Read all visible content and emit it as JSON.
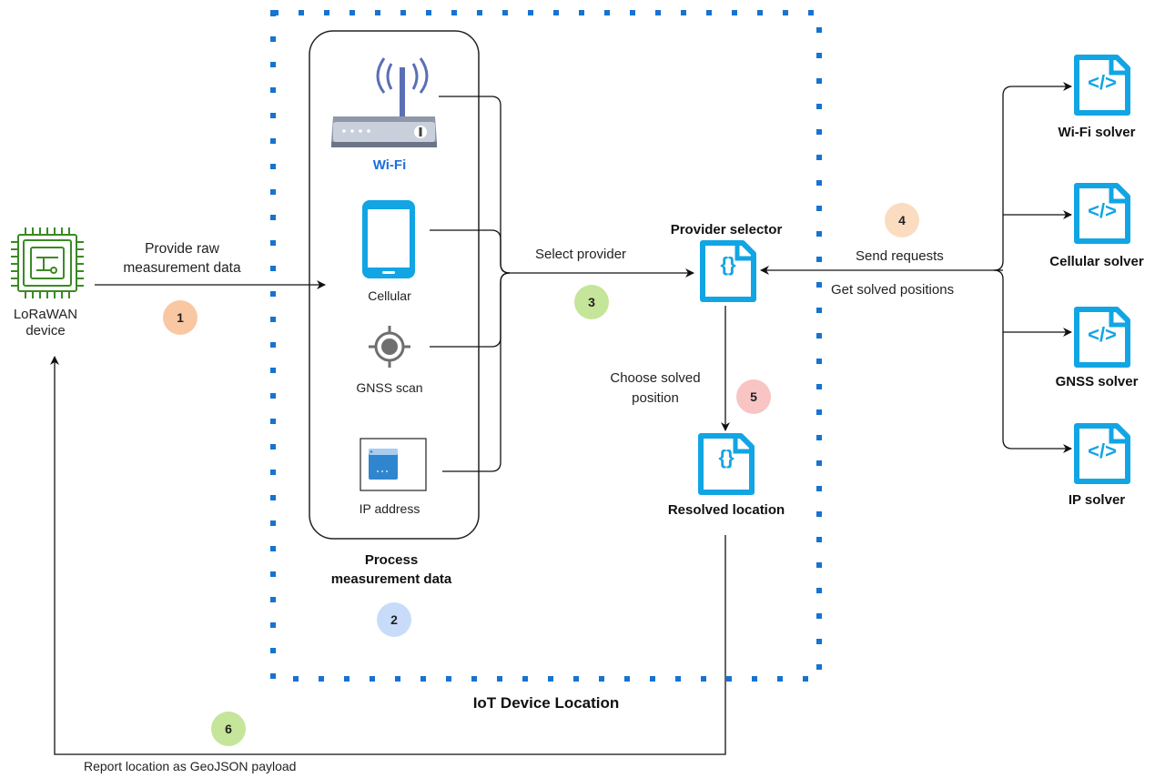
{
  "device": {
    "label_line1": "LoRaWAN",
    "label_line2": "device"
  },
  "arrows": {
    "provide_raw_line1": "Provide raw",
    "provide_raw_line2": "measurement data",
    "select_provider": "Select provider",
    "send_requests": "Send requests",
    "get_solved": "Get solved positions",
    "choose_line1": "Choose solved",
    "choose_line2": "position",
    "report": "Report location as GeoJSON payload"
  },
  "providers": {
    "wifi": "Wi-Fi",
    "cellular": "Cellular",
    "gnss": "GNSS scan",
    "ip": "IP address"
  },
  "process": {
    "line1": "Process",
    "line2": "measurement data"
  },
  "container": {
    "title": "IoT Device Location"
  },
  "selector": {
    "title": "Provider selector",
    "icon_text": "{}"
  },
  "resolved": {
    "title": "Resolved location",
    "icon_text": "{}"
  },
  "solvers": [
    {
      "label": "Wi-Fi solver",
      "icon_text": "</>"
    },
    {
      "label": "Cellular solver",
      "icon_text": "</>"
    },
    {
      "label": "GNSS solver",
      "icon_text": "</>"
    },
    {
      "label": "IP solver",
      "icon_text": "</>"
    }
  ],
  "steps": [
    {
      "num": "1",
      "color": "#f9c8a3"
    },
    {
      "num": "2",
      "color": "#c8dcfa"
    },
    {
      "num": "3",
      "color": "#c4e59a"
    },
    {
      "num": "4",
      "color": "#fbdcc0"
    },
    {
      "num": "5",
      "color": "#f8c4c4"
    },
    {
      "num": "6",
      "color": "#c4e59a"
    }
  ],
  "colors": {
    "accent": "#12a5e4",
    "wifi_label": "#1e6fd9",
    "chip": "#3a8a23",
    "dots": "#1673d1"
  }
}
